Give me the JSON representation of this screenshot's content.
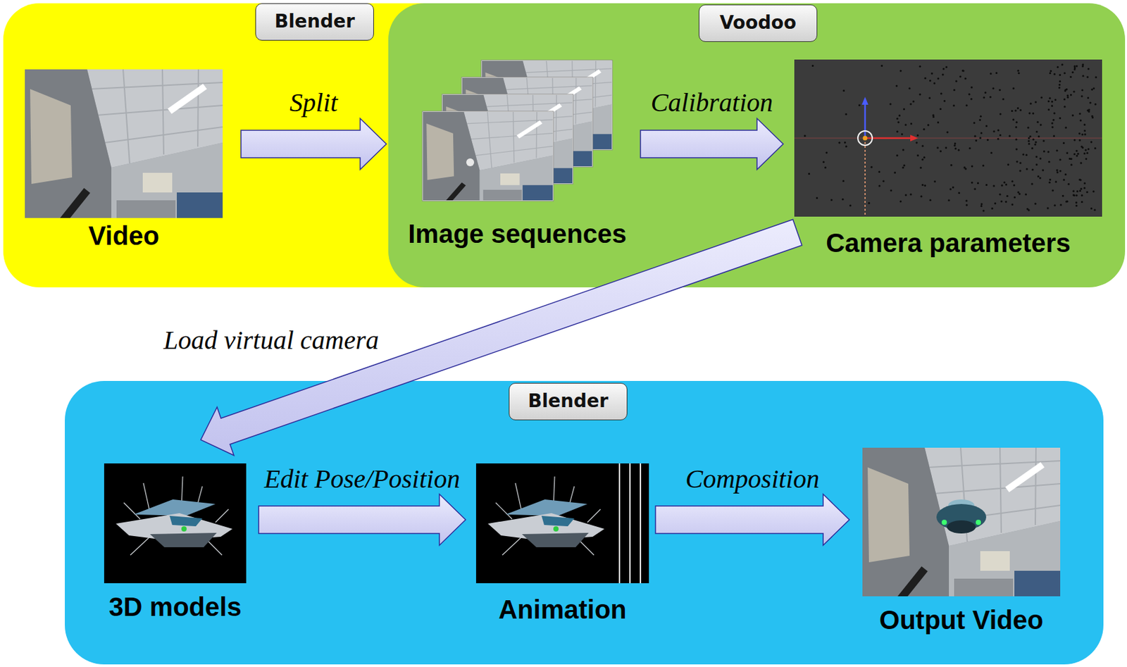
{
  "diagram": {
    "nodes": [
      {
        "text": [
          "Blender"
        ]
      },
      {
        "text": [
          "Voodoo"
        ]
      },
      {
        "text": [
          "Video"
        ],
        "in": 0
      },
      {
        "text": [
          "Image sequences"
        ],
        "in": 1
      },
      {
        "text": [
          "Camera parameters"
        ],
        "in": 1
      },
      {
        "text": [
          "Blender"
        ]
      },
      {
        "text": [
          "3D models"
        ],
        "in": 5
      },
      {
        "text": [
          "Animation"
        ],
        "in": 5
      },
      {
        "text": [
          "Output Video"
        ],
        "in": 5
      }
    ],
    "edges": [
      {
        "from": 2,
        "to": 3,
        "arrow": "to",
        "label": "Split"
      },
      {
        "from": 3,
        "to": 4,
        "arrow": "to",
        "label": "Calibration"
      },
      {
        "from": 4,
        "to": 6,
        "arrow": "to",
        "label": "Load virtual camera"
      },
      {
        "from": 6,
        "to": 7,
        "arrow": "to",
        "label": "Edit Pose/Position"
      },
      {
        "from": 7,
        "to": 8,
        "arrow": "to",
        "label": "Composition"
      }
    ]
  }
}
